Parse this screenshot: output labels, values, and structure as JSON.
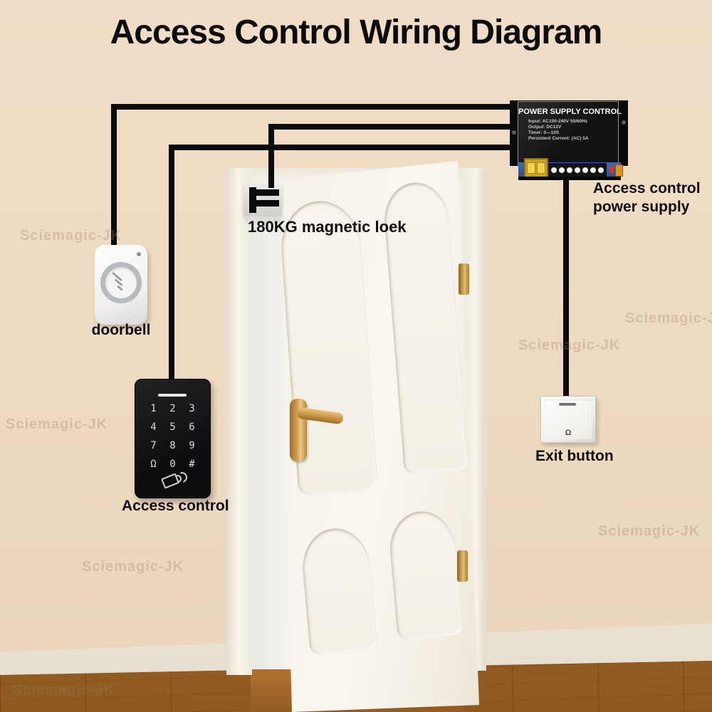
{
  "title": "Access Control Wiring Diagram",
  "watermark": {
    "text": "Sciemagic-JK"
  },
  "power_supply": {
    "panel_title": "POWER SUPPLY CONTROL",
    "specs": [
      "Input:  AC100-240V   50/60Hz",
      "Output:  DC12V",
      "Timer:  0—10S",
      "Persistent  Current: (AC) 5A"
    ],
    "caption_line1": "Access control",
    "caption_line2": "power supply"
  },
  "doorbell": {
    "caption": "doorbell"
  },
  "keypad": {
    "caption": "Access control",
    "keys": [
      "1",
      "2",
      "3",
      "4",
      "5",
      "6",
      "7",
      "8",
      "9",
      "Ω",
      "0",
      "#"
    ]
  },
  "magnetic_lock": {
    "caption": "180KG magnetic loek"
  },
  "exit_button": {
    "caption": "Exit button",
    "bell_glyph": "Ω"
  }
}
